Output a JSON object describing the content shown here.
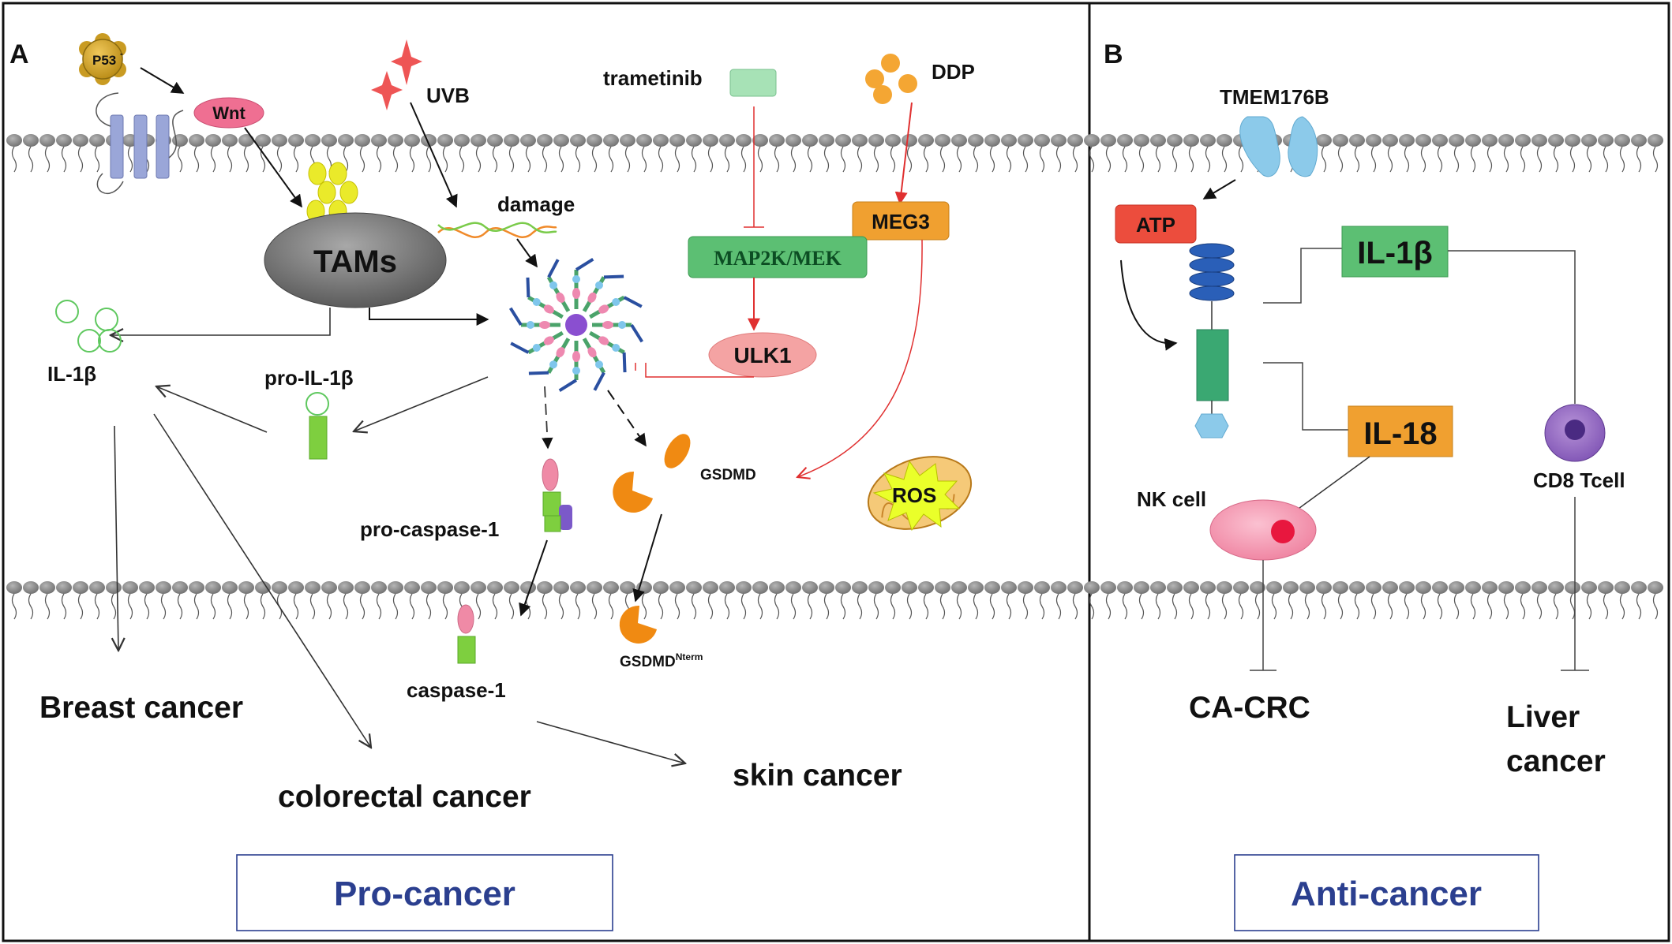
{
  "panelA": {
    "letter": "A",
    "p53": "P53",
    "p53_sup": "-",
    "wnt": "Wnt",
    "uvb": "UVB",
    "trametinib": "trametinib",
    "ddp": "DDP",
    "damage": "damage",
    "meg3": "MEG3",
    "tams": "TAMs",
    "map2k": "MAP2K/MEK",
    "ulk1": "ULK1",
    "il1b": "IL-1β",
    "pro_il1b": "pro-IL-1β",
    "gsdmd": "GSDMD",
    "ros": "ROS",
    "pro_caspase1": "pro-caspase-1",
    "caspase1": "caspase-1",
    "gsdmd_nterm_base": "GSDMD",
    "gsdmd_nterm_sup": "Nterm",
    "breast_cancer": "Breast cancer",
    "colorectal_cancer": "colorectal cancer",
    "skin_cancer": "skin cancer",
    "box_label": "Pro-cancer"
  },
  "panelB": {
    "letter": "B",
    "tmem": "TMEM176B",
    "atp": "ATP",
    "il1b": "IL-1β",
    "il18": "IL-18",
    "nk_cell": "NK cell",
    "cd8": "CD8 Tcell",
    "ca_crc": "CA-CRC",
    "liver_line1": "Liver",
    "liver_line2": "cancer",
    "box_label": "Anti-cancer"
  },
  "colors": {
    "accent_red": "#e03030",
    "label_blue": "#2b3f8f",
    "membrane_gray": "#7a7a7a",
    "green_box": "#5cbf73",
    "orange_box": "#f0a030"
  }
}
